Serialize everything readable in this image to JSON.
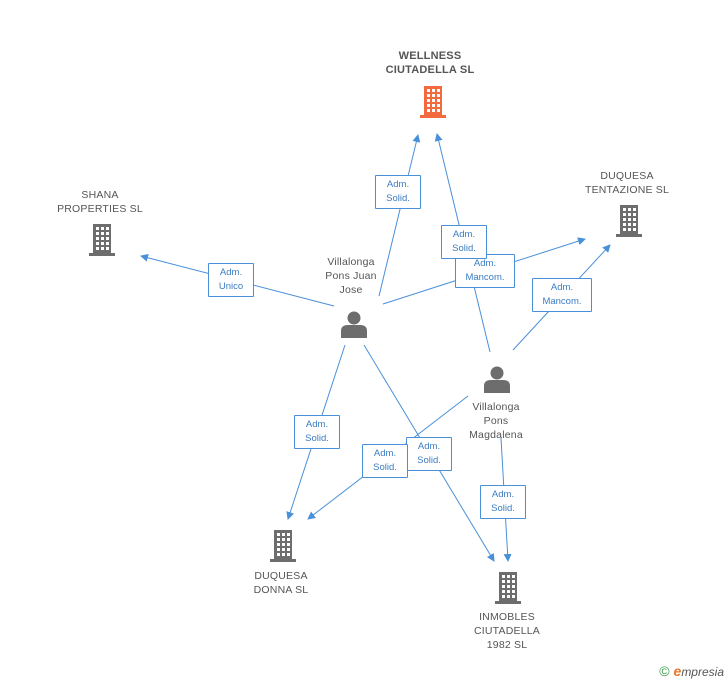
{
  "colors": {
    "edge": "#4a90d9",
    "company": "#6d6d6d",
    "company_main": "#f26a3d",
    "person": "#6d6d6d"
  },
  "nodes": [
    {
      "id": "wellness",
      "type": "company",
      "main": true,
      "label": "WELLNESS\nCIUTADELLA SL"
    },
    {
      "id": "shana",
      "type": "company",
      "label": "SHANA\nPROPERTIES SL"
    },
    {
      "id": "tentazione",
      "type": "company",
      "label": "DUQUESA\nTENTAZIONE SL"
    },
    {
      "id": "juan",
      "type": "person",
      "label": "Villalonga\nPons Juan\nJose"
    },
    {
      "id": "magdalena",
      "type": "person",
      "label": "Villalonga\nPons\nMagdalena"
    },
    {
      "id": "donna",
      "type": "company",
      "label": "DUQUESA\nDONNA  SL"
    },
    {
      "id": "inmobles",
      "type": "company",
      "label": "INMOBLES\nCIUTADELLA\n1982 SL"
    }
  ],
  "edges": [
    {
      "from": "juan",
      "to": "wellness",
      "label": "Adm.\nSolid."
    },
    {
      "from": "juan",
      "to": "shana",
      "label": "Adm.\nUnico"
    },
    {
      "from": "juan",
      "to": "tentazione",
      "label": "Adm.\nMancom."
    },
    {
      "from": "juan",
      "to": "donna",
      "label": "Adm.\nSolid."
    },
    {
      "from": "juan",
      "to": "inmobles",
      "label": "Adm.\nSolid."
    },
    {
      "from": "magdalena",
      "to": "wellness",
      "label": "Adm.\nSolid."
    },
    {
      "from": "magdalena",
      "to": "tentazione",
      "label": "Adm.\nMancom."
    },
    {
      "from": "magdalena",
      "to": "donna",
      "label": "Adm.\nSolid."
    },
    {
      "from": "magdalena",
      "to": "inmobles",
      "label": "Adm.\nSolid."
    }
  ],
  "footer": {
    "copyright": "©",
    "brand_initial": "e",
    "brand_rest": "mpresia"
  }
}
